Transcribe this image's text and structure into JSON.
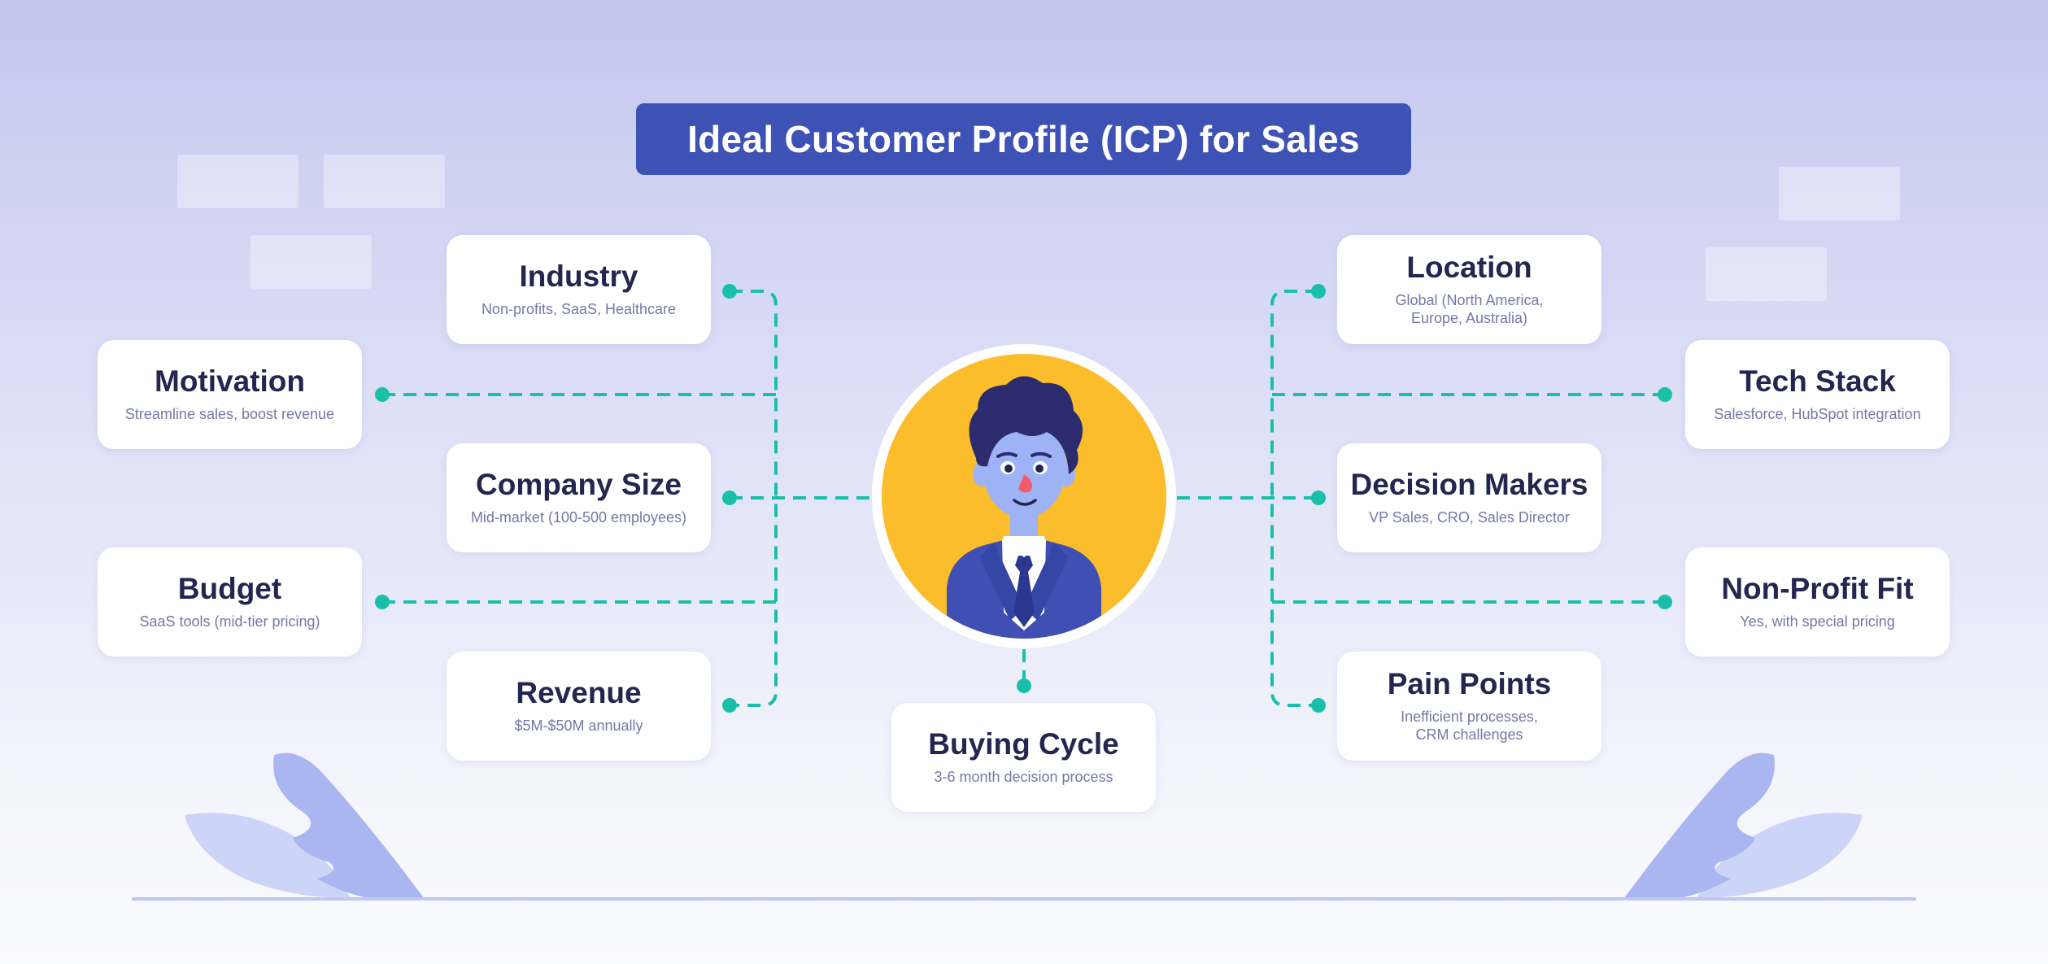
{
  "title": "Ideal Customer Profile (ICP) for Sales",
  "colors": {
    "title_bg": "#3e51b5",
    "connector": "#19bfa8",
    "avatar_bg": "#fbbd2c",
    "card_title": "#23264f",
    "card_desc": "#7478a7"
  },
  "center": {
    "icon": "businessman-avatar-icon"
  },
  "nodes": {
    "industry": {
      "title": "Industry",
      "desc": "Non-profits, SaaS, Healthcare"
    },
    "motivation": {
      "title": "Motivation",
      "desc": "Streamline sales, boost revenue"
    },
    "company_size": {
      "title": "Company Size",
      "desc": "Mid-market (100-500 employees)"
    },
    "budget": {
      "title": "Budget",
      "desc": "SaaS tools (mid-tier pricing)"
    },
    "revenue": {
      "title": "Revenue",
      "desc": "$5M-$50M annually"
    },
    "buying_cycle": {
      "title": "Buying Cycle",
      "desc": "3-6 month decision process"
    },
    "location": {
      "title": "Location",
      "desc": "Global (North America,\nEurope, Australia)"
    },
    "tech_stack": {
      "title": "Tech Stack",
      "desc": "Salesforce, HubSpot integration"
    },
    "decision_makers": {
      "title": "Decision Makers",
      "desc": "VP Sales, CRO, Sales Director"
    },
    "non_profit_fit": {
      "title": "Non-Profit Fit",
      "desc": "Yes, with special pricing"
    },
    "pain_points": {
      "title": "Pain Points",
      "desc": "Inefficient processes,\nCRM challenges"
    }
  }
}
